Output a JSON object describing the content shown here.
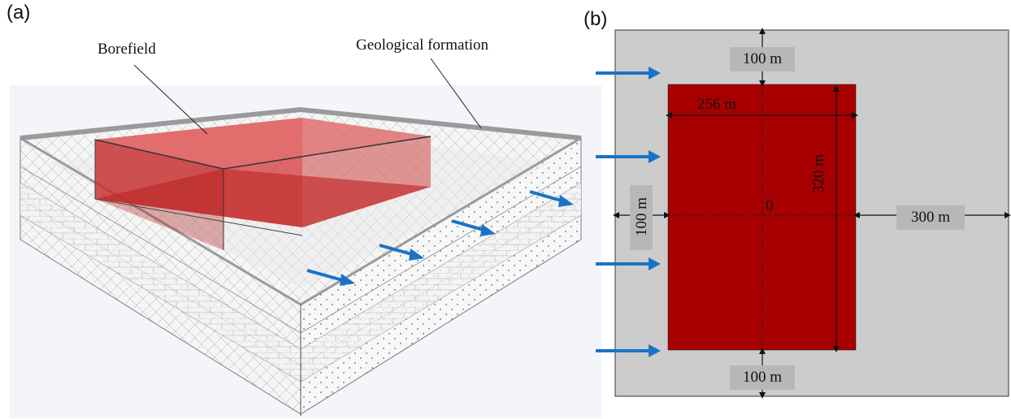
{
  "panel_a": {
    "label": "(a)",
    "callout_borefield": "Borefield",
    "callout_formation": "Geological formation"
  },
  "panel_b": {
    "label": "(b)",
    "dim_top": "100 m",
    "dim_bottom": "100 m",
    "dim_left": "100 m",
    "dim_right": "300 m",
    "dim_width": "256 m",
    "dim_height": "320 m",
    "origin": "0"
  },
  "colors": {
    "borefield_red": "#a60000",
    "domain_gray": "#cccccc",
    "flow_arrow_blue": "#1a73c7"
  },
  "icons": [
    "groundwater-flow-arrow"
  ]
}
